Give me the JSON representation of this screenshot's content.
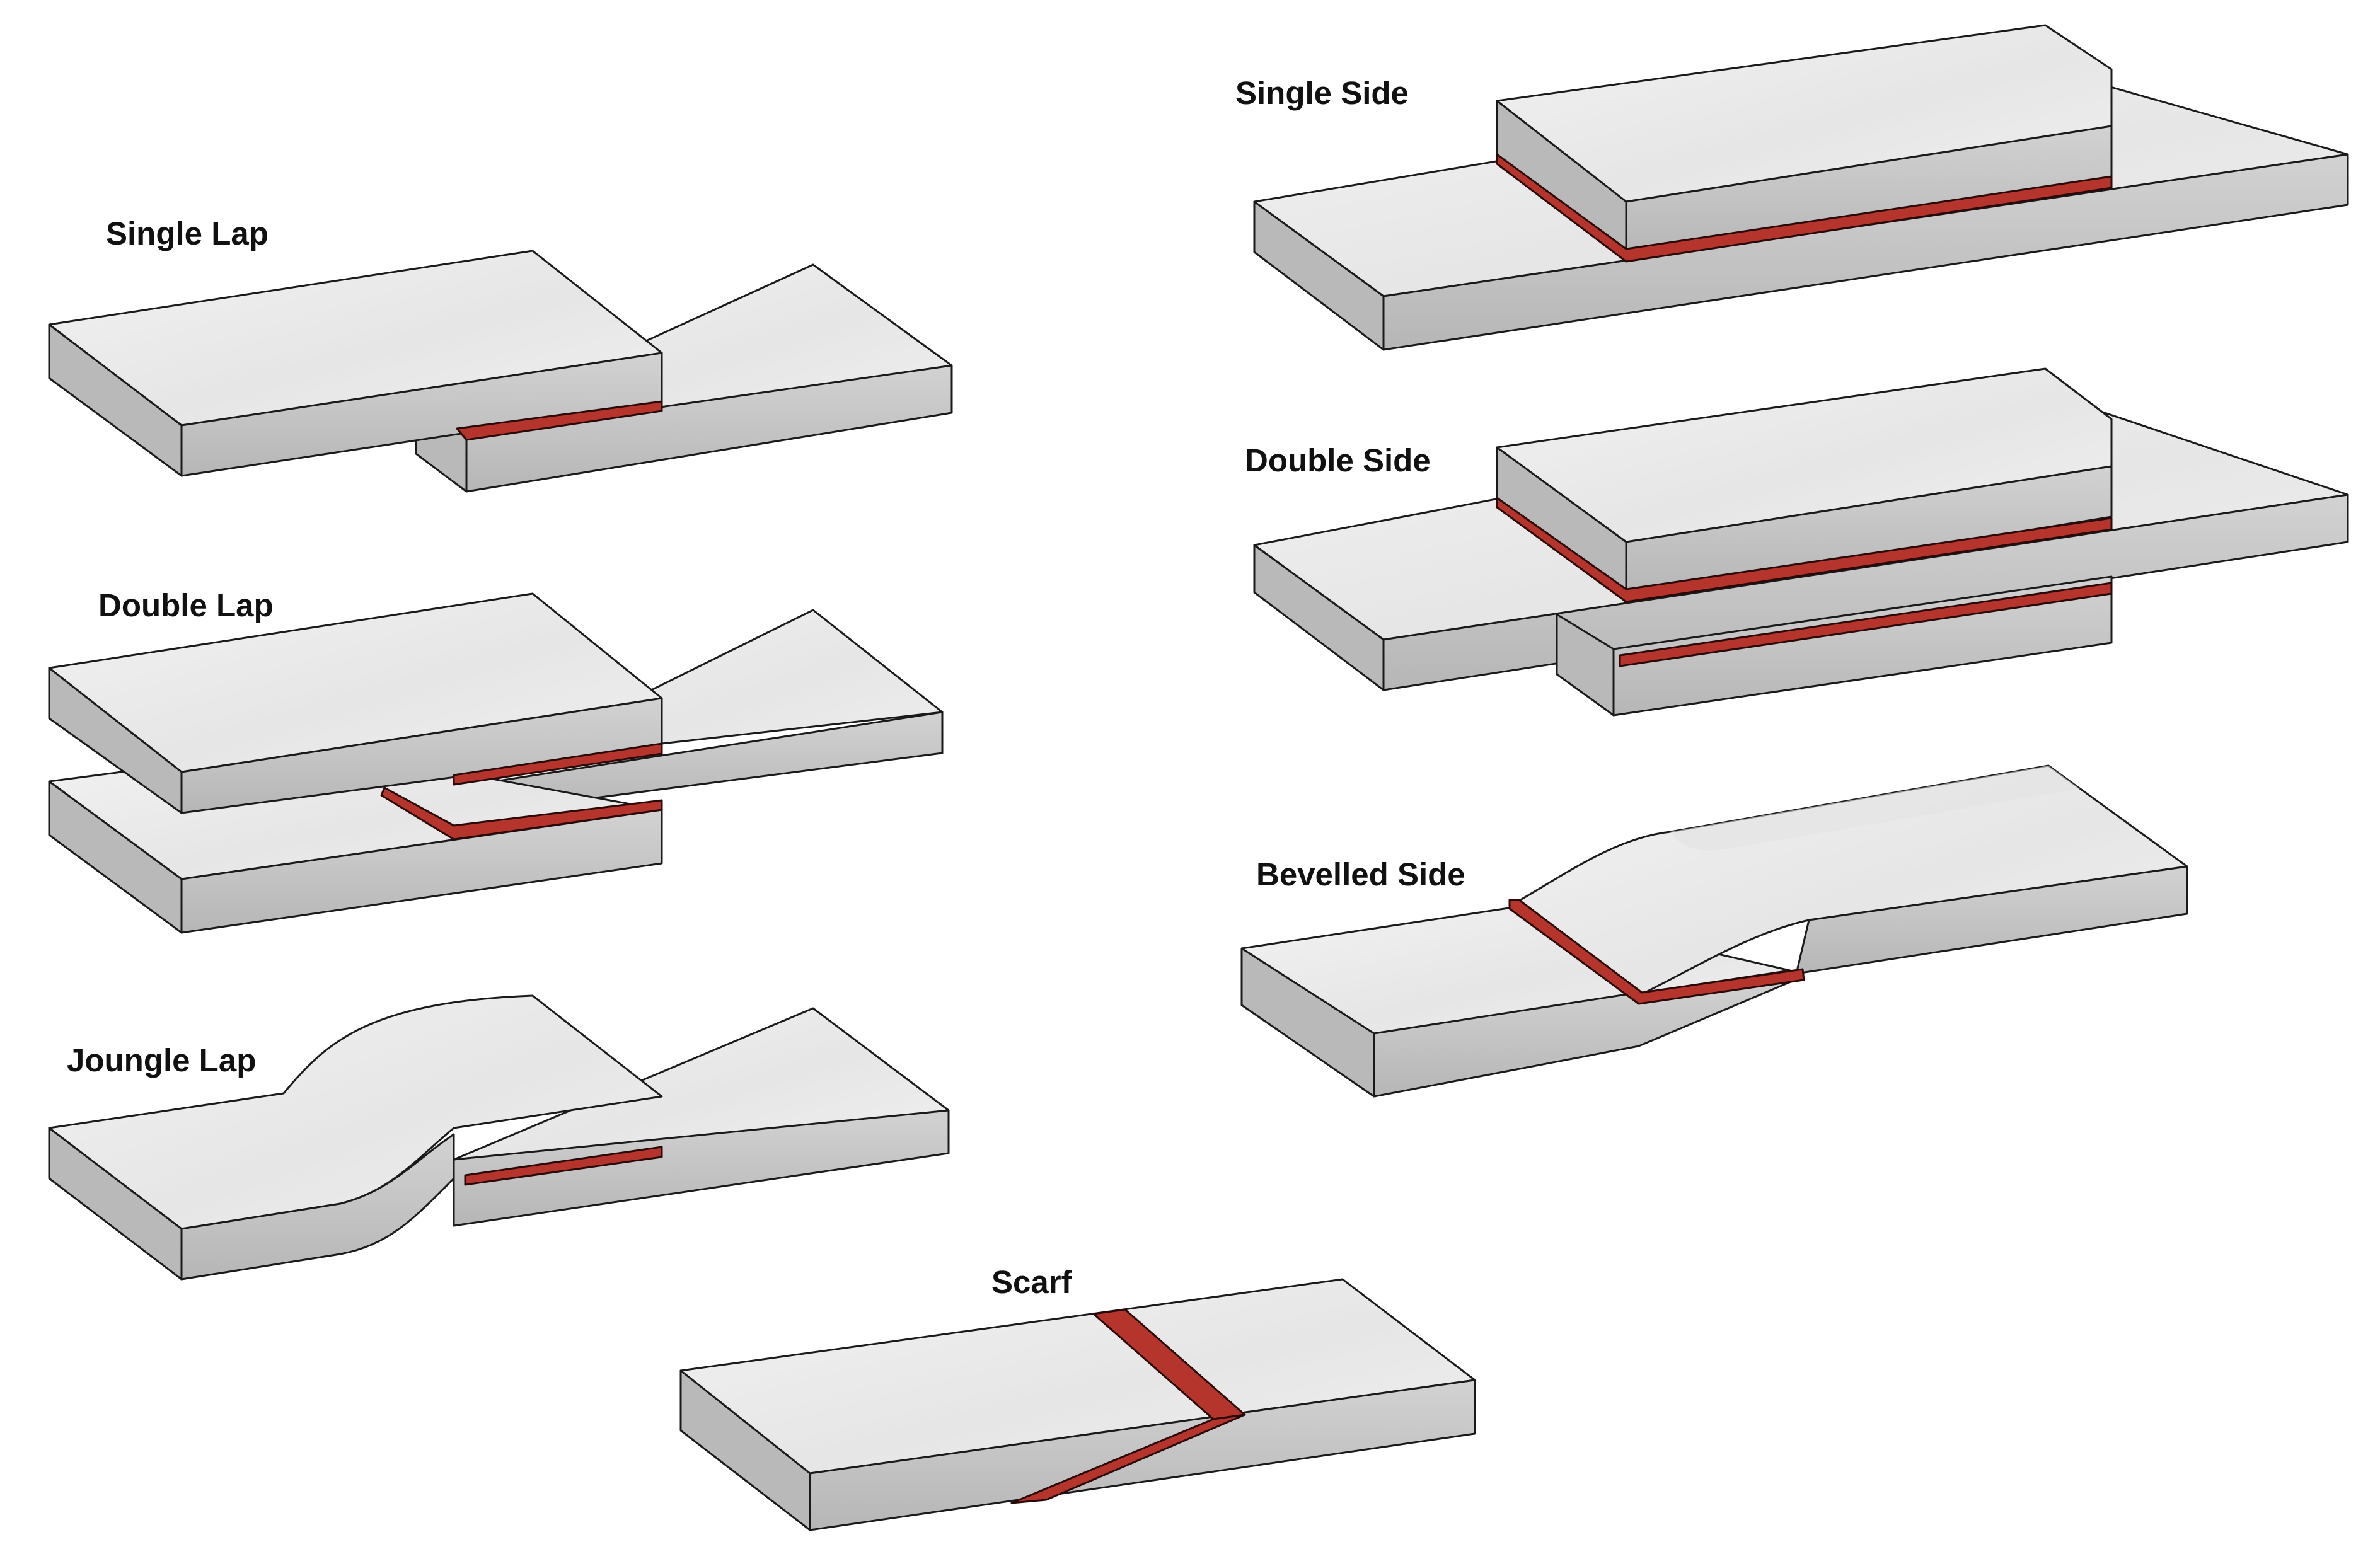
{
  "colors": {
    "background": "#ffffff",
    "adherend_top": "#ebebeb",
    "adherend_front": "#c4c4c4",
    "adhesive": "#b5352c",
    "outline": "#1a1a1a"
  },
  "joints": [
    {
      "id": "single-lap",
      "label": "Single Lap"
    },
    {
      "id": "double-lap",
      "label": "Double Lap"
    },
    {
      "id": "joungle-lap",
      "label": "Joungle Lap"
    },
    {
      "id": "single-side",
      "label": "Single Side"
    },
    {
      "id": "double-side",
      "label": "Double Side"
    },
    {
      "id": "bevelled-side",
      "label": "Bevelled Side"
    },
    {
      "id": "scarf",
      "label": "Scarf"
    }
  ]
}
